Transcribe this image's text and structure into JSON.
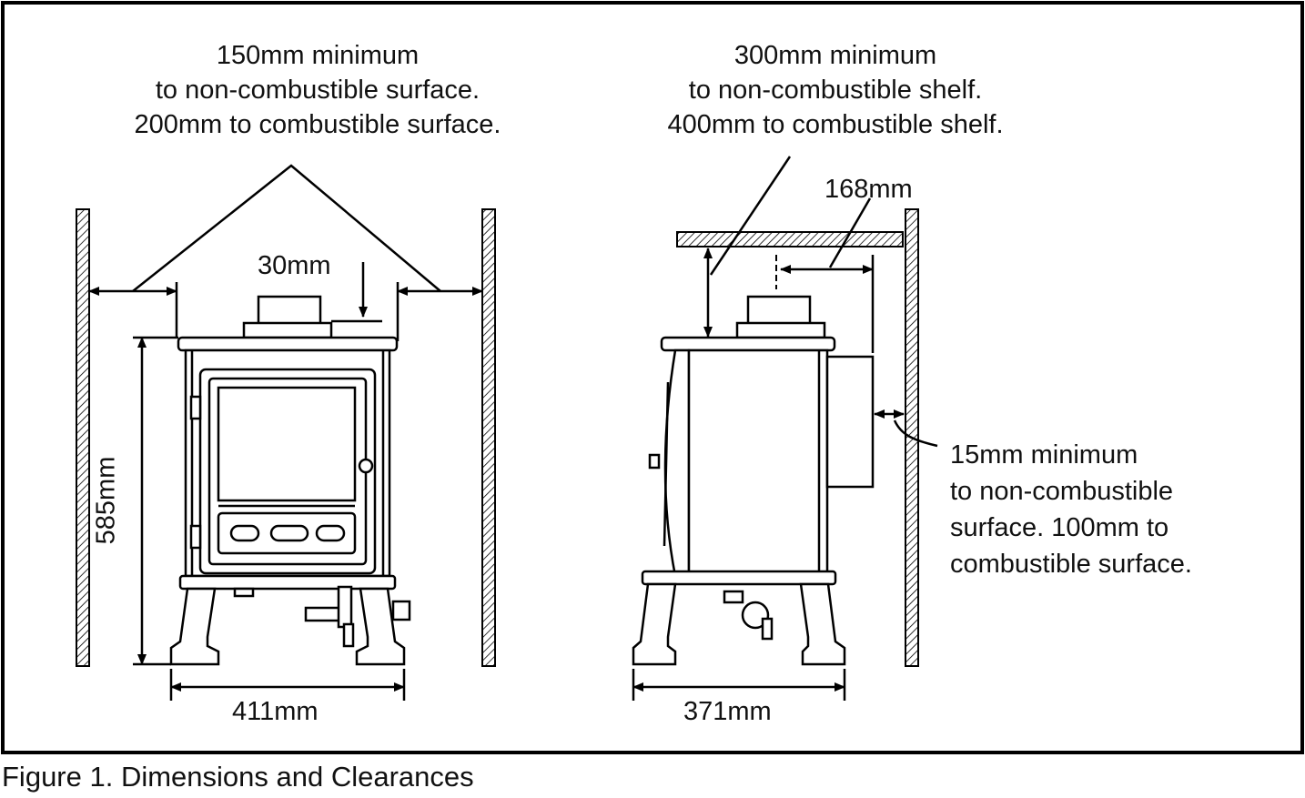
{
  "annotations": {
    "top_left": [
      "150mm minimum",
      "to non-combustible surface.",
      "200mm to combustible surface."
    ],
    "top_right": [
      "300mm minimum",
      "to non-combustible shelf.",
      "400mm to combustible shelf."
    ],
    "flue_offset": "168mm",
    "top_gap": "30mm",
    "height": "585mm",
    "width_front": "411mm",
    "depth_side": "371mm",
    "rear_note": [
      "15mm minimum",
      "to non-combustible",
      "surface. 100mm to",
      "combustible surface."
    ]
  },
  "caption": "Figure 1. Dimensions and Clearances"
}
